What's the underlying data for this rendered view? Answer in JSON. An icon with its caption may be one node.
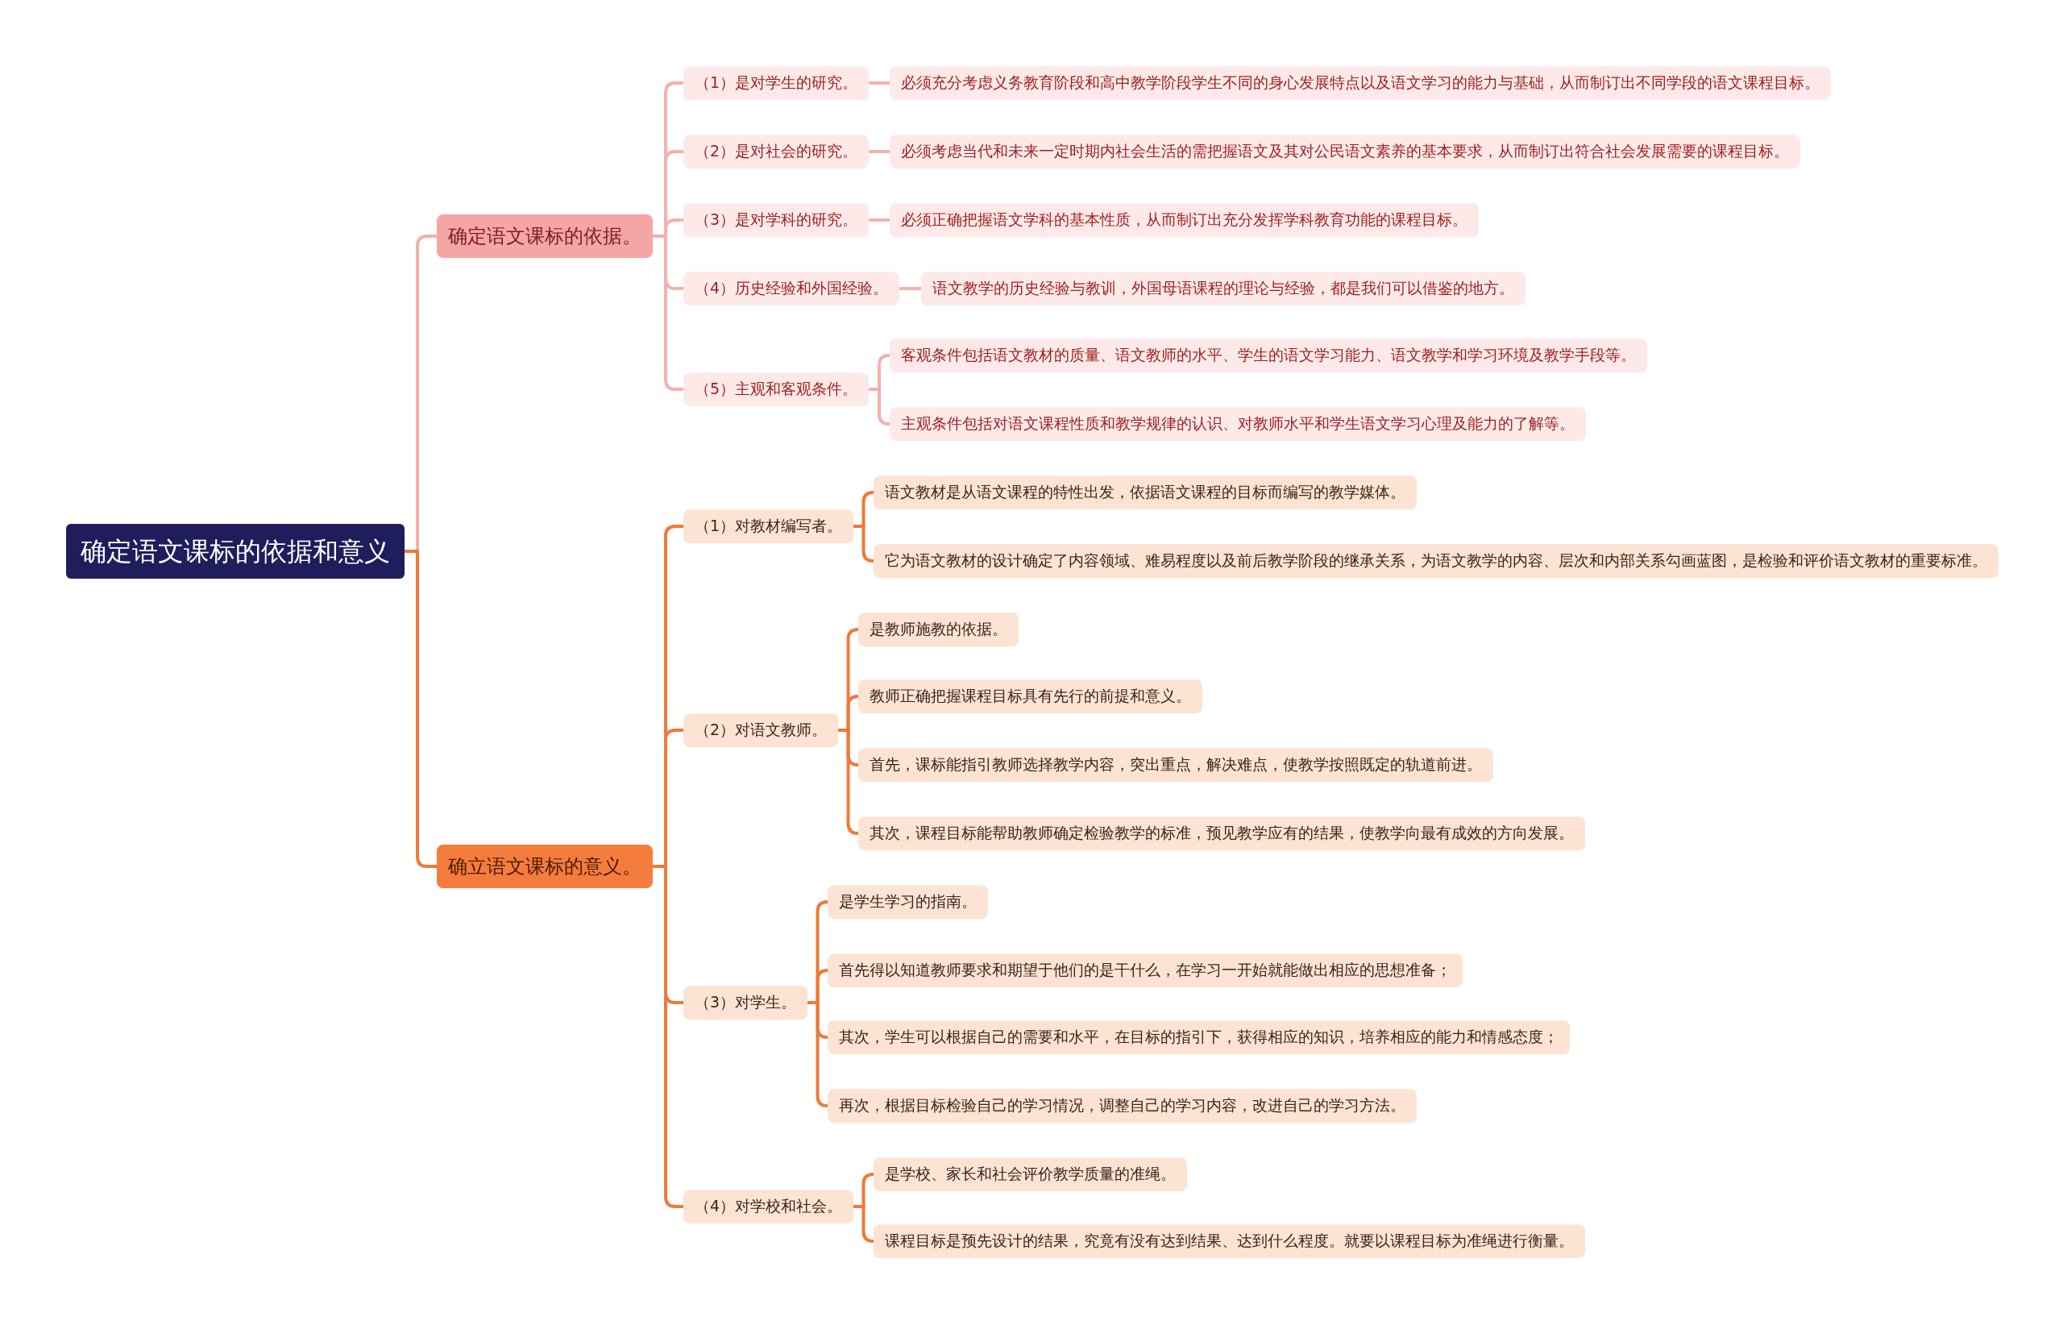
{
  "diagram": {
    "nodes": [
      {
        "text": [
          "确定语文课标的依据和意义"
        ]
      },
      {
        "text": [
          "确定语文课标的依据。"
        ]
      },
      {
        "text": [
          "（1）是对学生的研究。"
        ]
      },
      {
        "text": [
          "必须充分考虑义务教育阶段和高中教学阶段学生不同的身心发展特点以及语文学习的能力与基础，从而制订出不同学段的语文课程目标。"
        ]
      },
      {
        "text": [
          "（2）是对社会的研究。"
        ]
      },
      {
        "text": [
          "必须考虑当代和未来一定时期内社会生活的需把握语文及其对公民语文素养的基本要求，从而制订出符合社会发展需要的课程目标。"
        ]
      },
      {
        "text": [
          "（3）是对学科的研究。"
        ]
      },
      {
        "text": [
          "必须正确把握语文学科的基本性质，从而制订出充分发挥学科教育功能的课程目标。"
        ]
      },
      {
        "text": [
          "（4）历史经验和外国经验。"
        ]
      },
      {
        "text": [
          "语文教学的历史经验与教训，外国母语课程的理论与经验，都是我们可以借鉴的地方。"
        ]
      },
      {
        "text": [
          "（5）主观和客观条件。"
        ]
      },
      {
        "text": [
          "客观条件包括语文教材的质量、语文教师的水平、学生的语文学习能力、语文教学和学习环境及教学手段等。"
        ]
      },
      {
        "text": [
          "主观条件包括对语文课程性质和教学规律的认识、对教师水平和学生语文学习心理及能力的了解等。"
        ]
      },
      {
        "text": [
          "确立语文课标的意义。"
        ]
      },
      {
        "text": [
          "（1）对教材编写者。"
        ]
      },
      {
        "text": [
          "语文教材是从语文课程的特性出发，依据语文课程的目标而编写的教学媒体。"
        ]
      },
      {
        "text": [
          "它为语文教材的设计确定了内容领域、难易程度以及前后教学阶段的继承关系，为语文教学的内容、层次和内部关系勾画蓝图，是检验和评价语文教材的重要标准。"
        ]
      },
      {
        "text": [
          "（2）对语文教师。"
        ]
      },
      {
        "text": [
          "是教师施教的依据。"
        ]
      },
      {
        "text": [
          "教师正确把握课程目标具有先行的前提和意义。"
        ]
      },
      {
        "text": [
          "首先，课标能指引教师选择教学内容，突出重点，解决难点，使教学按照既定的轨道前进。"
        ]
      },
      {
        "text": [
          "其次，课程目标能帮助教师确定检验教学的标准，预见教学应有的结果，使教学向最有成效的方向发展。"
        ]
      },
      {
        "text": [
          "（3）对学生。"
        ]
      },
      {
        "text": [
          "是学生学习的指南。"
        ]
      },
      {
        "text": [
          "首先得以知道教师要求和期望于他们的是干什么，在学习一开始就能做出相应的思想准备；"
        ]
      },
      {
        "text": [
          "其次，学生可以根据自己的需要和水平，在目标的指引下，获得相应的知识，培养相应的能力和情感态度；"
        ]
      },
      {
        "text": [
          "再次，根据目标检验自己的学习情况，调整自己的学习内容，改进自己的学习方法。"
        ]
      },
      {
        "text": [
          "（4）对学校和社会。"
        ]
      },
      {
        "text": [
          "是学校、家长和社会评价教学质量的准绳。"
        ]
      },
      {
        "text": [
          "课程目标是预先设计的结果，究竟有没有达到结果、达到什么程度。就要以课程目标为准绳进行衡量。"
        ]
      }
    ],
    "edges": [
      {
        "from": 0,
        "to": 1,
        "arrow": "none",
        "color": "#f4b0ae"
      },
      {
        "from": 0,
        "to": 13,
        "arrow": "none"
      },
      {
        "from": 1,
        "to": 2,
        "arrow": "none",
        "color": "#f4b0ae"
      },
      {
        "from": 1,
        "to": 4,
        "arrow": "none",
        "color": "#f4b0ae"
      },
      {
        "from": 1,
        "to": 6,
        "arrow": "none",
        "color": "#f4b0ae"
      },
      {
        "from": 1,
        "to": 8,
        "arrow": "none",
        "color": "#f4b0ae"
      },
      {
        "from": 1,
        "to": 10,
        "arrow": "none",
        "color": "#f4b0ae"
      },
      {
        "from": 2,
        "to": 3,
        "arrow": "none",
        "color": "#f4b0ae"
      },
      {
        "from": 4,
        "to": 5,
        "arrow": "none",
        "color": "#f4b0ae"
      },
      {
        "from": 6,
        "to": 7,
        "arrow": "none",
        "color": "#f4b0ae"
      },
      {
        "from": 8,
        "to": 9,
        "arrow": "none",
        "color": "#f4b0ae"
      },
      {
        "from": 10,
        "to": 11,
        "arrow": "none",
        "color": "#f4b0ae"
      },
      {
        "from": 10,
        "to": 12,
        "arrow": "none",
        "color": "#f4b0ae"
      },
      {
        "from": 13,
        "to": 14,
        "arrow": "none"
      },
      {
        "from": 13,
        "to": 17,
        "arrow": "none"
      },
      {
        "from": 13,
        "to": 22,
        "arrow": "none"
      },
      {
        "from": 13,
        "to": 27,
        "arrow": "none"
      },
      {
        "from": 14,
        "to": 15,
        "arrow": "none"
      },
      {
        "from": 14,
        "to": 16,
        "arrow": "none"
      },
      {
        "from": 17,
        "to": 18,
        "arrow": "none"
      },
      {
        "from": 17,
        "to": 19,
        "arrow": "none"
      },
      {
        "from": 17,
        "to": 20,
        "arrow": "none"
      },
      {
        "from": 17,
        "to": 21,
        "arrow": "none"
      },
      {
        "from": 22,
        "to": 23,
        "arrow": "none"
      },
      {
        "from": 22,
        "to": 24,
        "arrow": "none"
      },
      {
        "from": 22,
        "to": 25,
        "arrow": "none"
      },
      {
        "from": 22,
        "to": 26,
        "arrow": "none"
      },
      {
        "from": 27,
        "to": 28,
        "arrow": "none"
      },
      {
        "from": 27,
        "to": 29,
        "arrow": "none"
      }
    ]
  }
}
